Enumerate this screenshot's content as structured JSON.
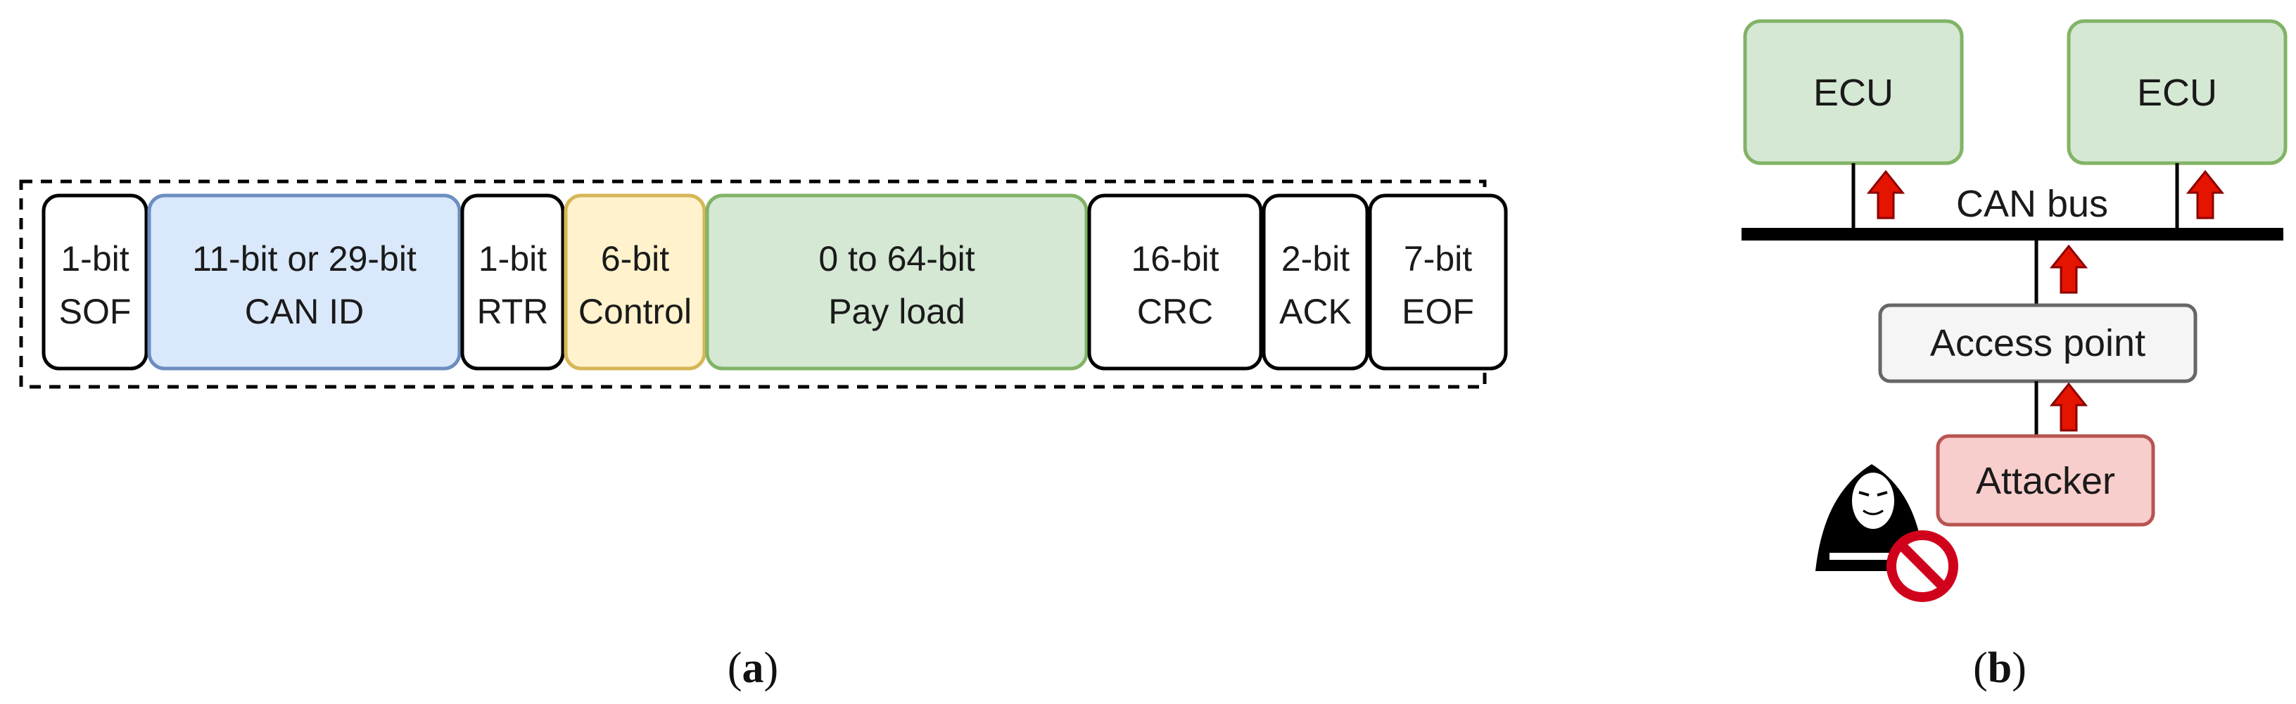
{
  "panel_a": {
    "caption": {
      "open": "(",
      "letter": "a",
      "close": ")"
    },
    "fields": [
      {
        "line1": "1-bit",
        "line2": "SOF",
        "color": "white"
      },
      {
        "line1": "11-bit or 29-bit",
        "line2": "CAN ID",
        "color": "blue"
      },
      {
        "line1": "1-bit",
        "line2": "RTR",
        "color": "white"
      },
      {
        "line1": "6-bit",
        "line2": "Control",
        "color": "yellow"
      },
      {
        "line1": "0 to 64-bit",
        "line2": "Pay load",
        "color": "green"
      },
      {
        "line1": "16-bit",
        "line2": "CRC",
        "color": "white"
      },
      {
        "line1": "2-bit",
        "line2": "ACK",
        "color": "white"
      },
      {
        "line1": "7-bit",
        "line2": "EOF",
        "color": "white"
      }
    ]
  },
  "panel_b": {
    "caption": {
      "open": "(",
      "letter": "b",
      "close": ")"
    },
    "ecu_left": "ECU",
    "ecu_right": "ECU",
    "bus_label": "CAN bus",
    "access_point": "Access point",
    "attacker": "Attacker",
    "icons": [
      "hooded-hacker-icon",
      "prohibited-icon",
      "arrow-up-icon"
    ]
  },
  "colors": {
    "white_fill": "#ffffff",
    "white_stroke": "#000000",
    "blue_fill": "#dae8fc",
    "blue_stroke": "#6c8ebf",
    "yellow_fill": "#fff2cc",
    "yellow_stroke": "#d6b656",
    "green_fill": "#d5e8d4",
    "green_stroke": "#82b366",
    "gray_fill": "#f5f5f5",
    "gray_stroke": "#666666",
    "red_fill": "#f8cecc",
    "red_stroke": "#b85450",
    "arrow_red": "#e51400",
    "prohibit_red": "#d0021b"
  }
}
